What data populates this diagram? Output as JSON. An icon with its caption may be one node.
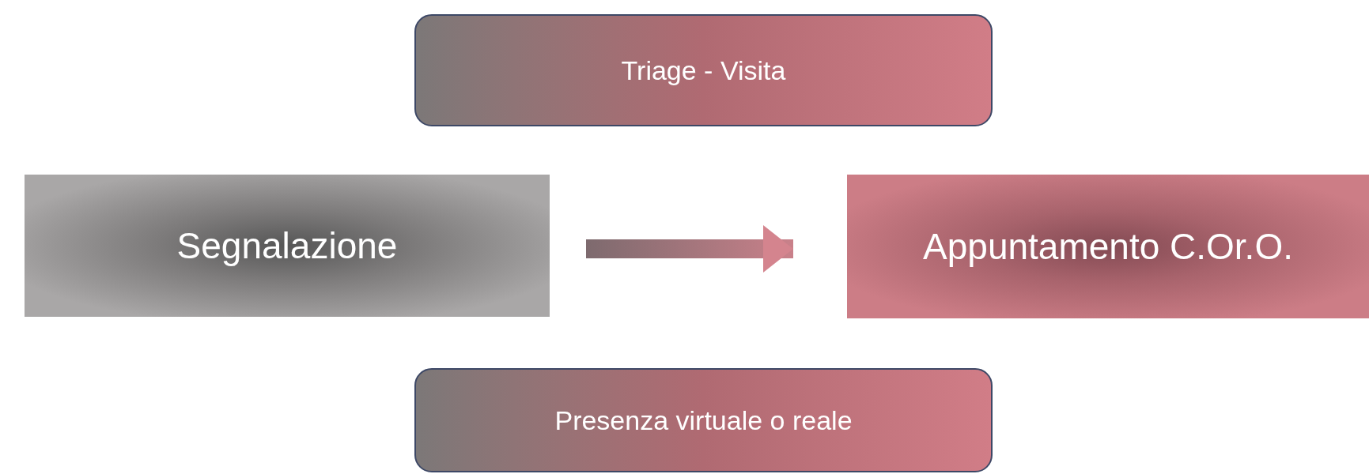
{
  "diagram": {
    "nodes": [
      {
        "text": [
          "Triage - Visita"
        ]
      },
      {
        "text": [
          "Segnalazione"
        ]
      },
      {
        "text": [
          "Appuntamento C.Or.O."
        ]
      },
      {
        "text": [
          "Presenza virtuale o reale"
        ]
      }
    ],
    "edges": [
      {
        "from": 1,
        "to": 2,
        "arrow": "to",
        "style": "thick"
      }
    ]
  }
}
